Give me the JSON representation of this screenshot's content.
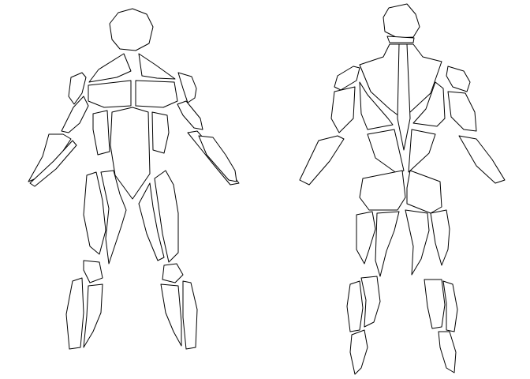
{
  "figure": {
    "background": "#ffffff",
    "stroke_color": "#000000",
    "fill_color": "#ffffff",
    "views": [
      {
        "view": "front",
        "muscles": [
          "head",
          "trap-left",
          "trap-right",
          "deltoid-left",
          "deltoid-right",
          "pec-left",
          "pec-right",
          "bicep-left",
          "bicep-right",
          "forearm-left",
          "forearm-right",
          "forearm-inner-left",
          "forearm-inner-right",
          "oblique-left",
          "oblique-right",
          "abdominals",
          "quad-outer-left",
          "quad-inner-left",
          "quad-outer-right",
          "quad-inner-right",
          "knee-left",
          "knee-right",
          "shin-outer-left",
          "shin-inner-left",
          "shin-outer-right",
          "shin-inner-right"
        ]
      },
      {
        "view": "back",
        "muscles": [
          "head",
          "neck",
          "trap-upper",
          "rear-deltoid-left",
          "rear-deltoid-right",
          "lat-left",
          "lat-right",
          "spine",
          "tricep-left",
          "tricep-right",
          "forearm-left",
          "forearm-right",
          "lower-back",
          "glute-left",
          "glute-right",
          "hamstring-outer-left",
          "hamstring-inner-left",
          "hamstring-outer-right",
          "hamstring-inner-right",
          "calf-outer-left",
          "calf-inner-left",
          "calf-outer-right",
          "calf-inner-right",
          "achilles-left",
          "achilles-right"
        ]
      }
    ]
  }
}
